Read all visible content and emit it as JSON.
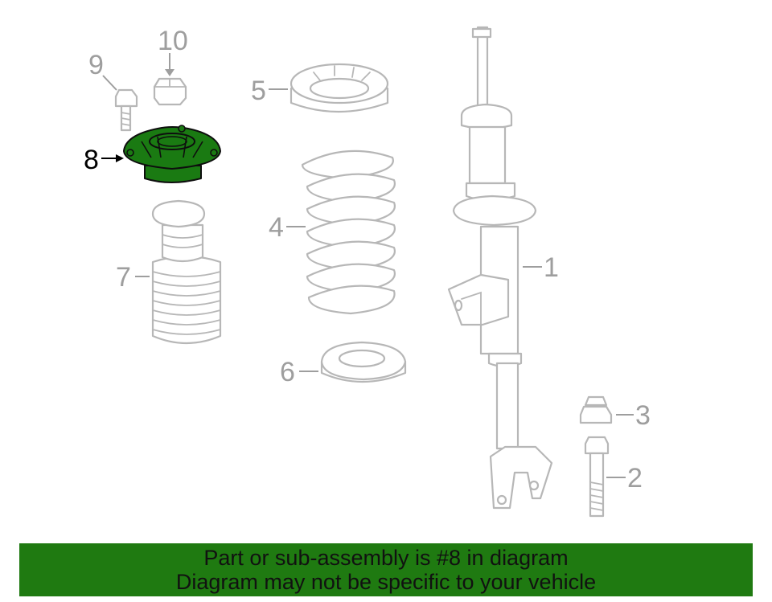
{
  "diagram": {
    "highlighted_part": "8",
    "colors": {
      "highlight": "#1a7a12",
      "part_outline": "#b7b7b7",
      "banner": "#1f7a11"
    },
    "callouts": [
      {
        "id": "c1",
        "label": "1"
      },
      {
        "id": "c2",
        "label": "2"
      },
      {
        "id": "c3",
        "label": "3"
      },
      {
        "id": "c4",
        "label": "4"
      },
      {
        "id": "c5",
        "label": "5"
      },
      {
        "id": "c6",
        "label": "6"
      },
      {
        "id": "c7",
        "label": "7"
      },
      {
        "id": "c8",
        "label": "8"
      },
      {
        "id": "c9",
        "label": "9"
      },
      {
        "id": "c10",
        "label": "10"
      }
    ]
  },
  "banner": {
    "line1": "Part or sub-assembly is #8 in diagram",
    "line2": "Diagram may not be specific to your vehicle"
  }
}
